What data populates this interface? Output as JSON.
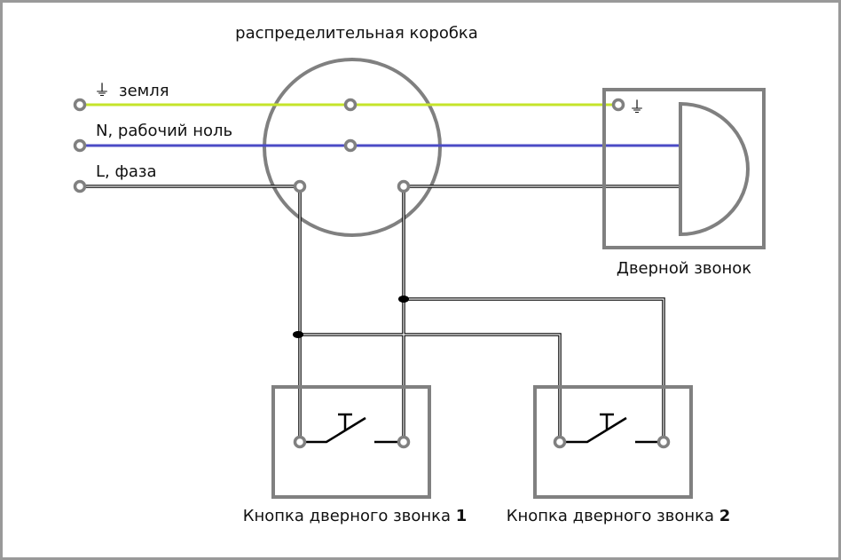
{
  "title": "распределительная коробка",
  "lines": {
    "ground": {
      "symbol": "⏚",
      "label": "земля",
      "color": "#c5e42a"
    },
    "neutral": {
      "label": "N, рабочий ноль",
      "color": "#4b4bc6"
    },
    "phase": {
      "label": "L, фаза"
    }
  },
  "bell": {
    "label": "Дверной звонок",
    "ground_symbol": "⏚"
  },
  "button1": {
    "label": "Кнопка дверного звонка",
    "number": "1"
  },
  "button2": {
    "label": "Кнопка дверного звонка",
    "number": "2"
  },
  "colors": {
    "frame": "#808080",
    "wire": "#000000"
  }
}
